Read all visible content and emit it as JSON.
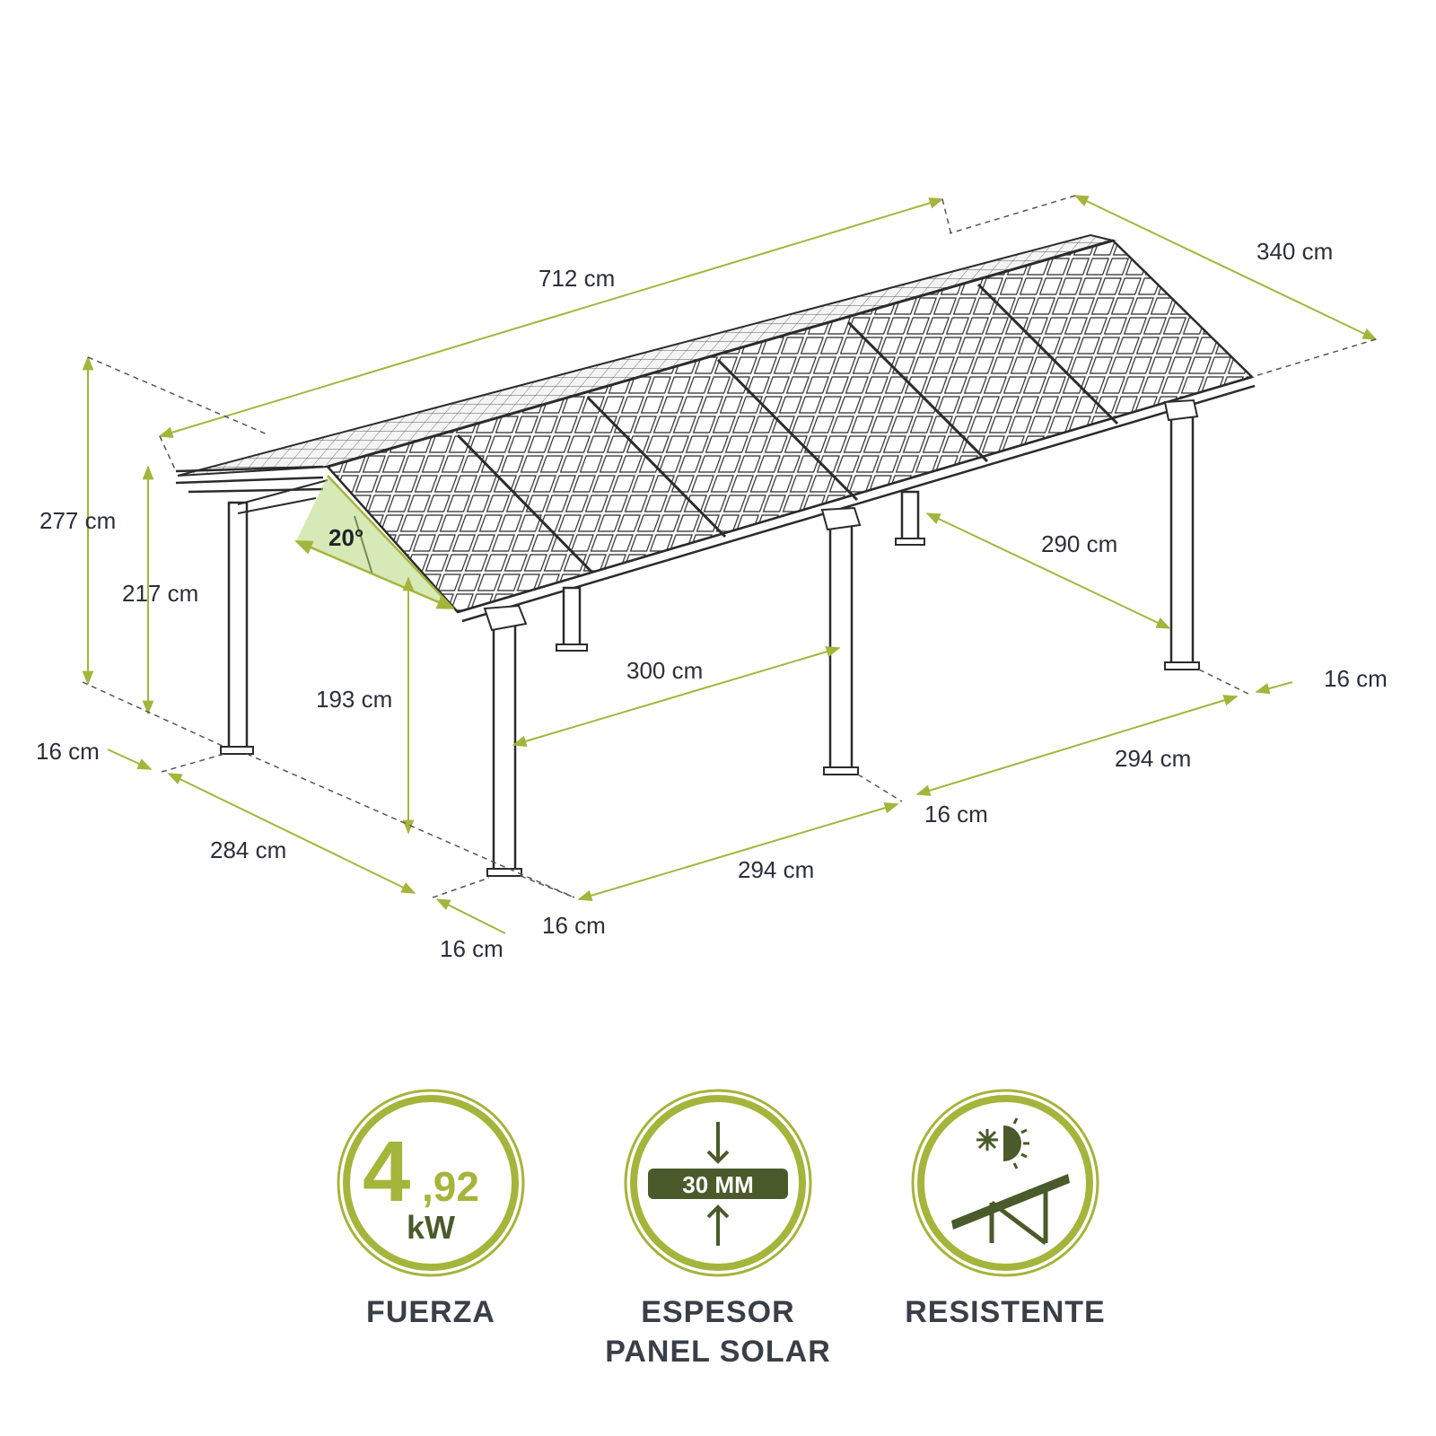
{
  "colors": {
    "accent": "#a4b53c",
    "dark_green": "#4a5a2a",
    "line": "#2b2b2b",
    "text": "#3a3f47"
  },
  "dimensions": {
    "length_top": "712 cm",
    "depth_top": "340 cm",
    "height_total": "277 cm",
    "height_front": "217 cm",
    "clearance": "193 cm",
    "inner_depth_right": "290 cm",
    "inner_span_mid": "300 cm",
    "post_right_end": "16 cm",
    "span_back_right": "294 cm",
    "post_back_mid": "16 cm",
    "span_front": "294 cm",
    "post_front_mid": "16 cm",
    "post_front_left": "16 cm",
    "depth_left": "284 cm",
    "post_left": "16 cm",
    "angle": "20°"
  },
  "badges": [
    {
      "icon": "power-icon",
      "big": "4",
      "small": ",92",
      "unit": "kW",
      "label": "FUERZA"
    },
    {
      "icon": "thickness-icon",
      "value": "30 MM",
      "label_line1": "ESPESOR",
      "label_line2": "PANEL SOLAR"
    },
    {
      "icon": "weather-resistant-icon",
      "label": "RESISTENTE"
    }
  ]
}
